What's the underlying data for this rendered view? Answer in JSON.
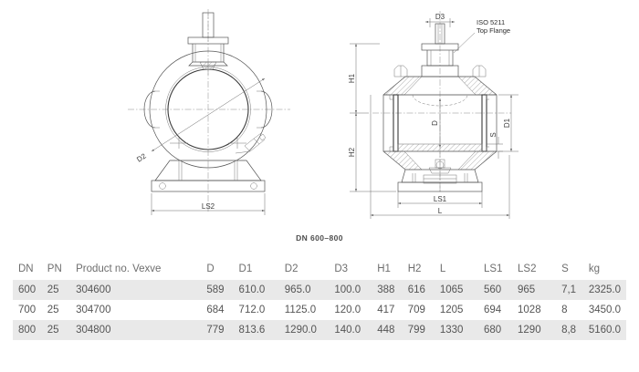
{
  "figure": {
    "caption": "DN 600–800",
    "left_view": {
      "name": "end-view-drawing",
      "labels": [
        {
          "id": "D2",
          "text": "D2"
        },
        {
          "id": "LS2",
          "text": "LS2"
        }
      ]
    },
    "right_view": {
      "name": "section-view-drawing",
      "labels": [
        {
          "id": "D3",
          "text": "D3"
        },
        {
          "id": "H1",
          "text": "H1"
        },
        {
          "id": "H2",
          "text": "H2"
        },
        {
          "id": "D",
          "text": "D"
        },
        {
          "id": "D1",
          "text": "D1"
        },
        {
          "id": "S",
          "text": "S"
        },
        {
          "id": "LS1",
          "text": "LS1"
        },
        {
          "id": "L",
          "text": "L"
        }
      ],
      "annotation": {
        "line1": "ISO 5211",
        "line2": "Top Flange"
      }
    }
  },
  "table": {
    "headers": [
      "DN",
      "PN",
      "Product no. Vexve",
      "D",
      "D1",
      "D2",
      "D3",
      "H1",
      "H2",
      "L",
      "LS1",
      "LS2",
      "S",
      "kg"
    ],
    "rows": [
      {
        "dn": "600",
        "pn": "25",
        "product_no": "304600",
        "d": "589",
        "d1": "610.0",
        "d2": "965.0",
        "d3": "100.0",
        "h1": "388",
        "h2": "616",
        "l": "1065",
        "ls1": "560",
        "ls2": "965",
        "s": "7,1",
        "kg": "2325.0"
      },
      {
        "dn": "700",
        "pn": "25",
        "product_no": "304700",
        "d": "684",
        "d1": "712.0",
        "d2": "1125.0",
        "d3": "120.0",
        "h1": "417",
        "h2": "709",
        "l": "1205",
        "ls1": "694",
        "ls2": "1028",
        "s": "8",
        "kg": "3450.0"
      },
      {
        "dn": "800",
        "pn": "25",
        "product_no": "304800",
        "d": "779",
        "d1": "813.6",
        "d2": "1290.0",
        "d3": "140.0",
        "h1": "448",
        "h2": "799",
        "l": "1330",
        "ls1": "680",
        "ls2": "1290",
        "s": "8,8",
        "kg": "5160.0"
      }
    ]
  },
  "colors": {
    "stripe": "#e9e9e9",
    "header_text": "#6e6e6e",
    "body_text": "#555555",
    "line": "#555555"
  }
}
